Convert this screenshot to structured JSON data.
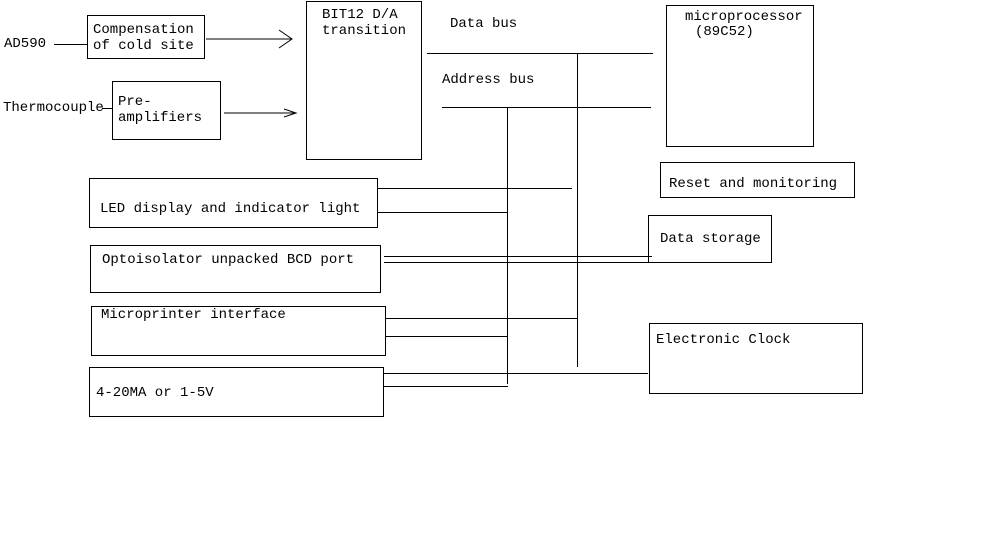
{
  "inputs": {
    "ad590": "AD590",
    "thermocouple": "Thermocouple"
  },
  "blocks": {
    "cold_comp_l1": "Compensation",
    "cold_comp_l2": "of cold site",
    "preamp_l1": "Pre-",
    "preamp_l2": "amplifiers",
    "da_l1": "BIT12 D/A",
    "da_l2": "transition",
    "mcu_l1": "microprocessor",
    "mcu_l2": "(89C52)",
    "reset": "Reset and monitoring",
    "storage": "Data storage",
    "clock": "Electronic Clock",
    "led": "LED display and indicator light",
    "opto": "Optoisolator unpacked BCD port",
    "printer": "Microprinter interface",
    "analog_out": "4-20MA or 1-5V"
  },
  "buses": {
    "data_bus": "Data bus",
    "address_bus": "Address bus"
  }
}
